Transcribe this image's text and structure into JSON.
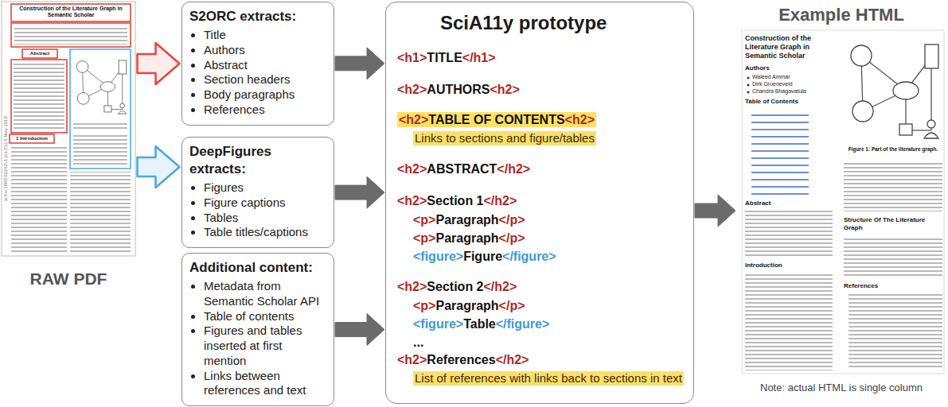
{
  "diagram": {
    "nodes": [
      {
        "text": [
          "RAW PDF"
        ]
      },
      {
        "text": [
          "S2ORC extracts:",
          "Title",
          "Authors",
          "Abstract",
          "Section headers",
          "Body paragraphs",
          "References"
        ]
      },
      {
        "text": [
          "DeepFigures extracts:",
          "Figures",
          "Figure captions",
          "Tables",
          "Table titles/captions"
        ]
      },
      {
        "text": [
          "Additional content:",
          "Metadata from Semantic Scholar API",
          "Table of contents",
          "Figures and tables inserted at first mention",
          "Links between references and text"
        ]
      },
      {
        "text": [
          "SciA11y prototype",
          "<h1>TITLE</h1>",
          "<h2>AUTHORS<h2>",
          "<h2>TABLE OF CONTENTS<h2>",
          "Links to sections and figure/tables",
          "<h2>ABSTRACT</h2>",
          "<h2>Section 1</h2>",
          "<p>Paragraph</p>",
          "<p>Paragraph</p>",
          "<figure>Figure</figure>",
          "<h2>Section 2</h2>",
          "<p>Paragraph</p>",
          "<figure>Table</figure>",
          "...",
          "<h2>References</h2>",
          "List of references with links back to sections in text"
        ]
      },
      {
        "text": [
          "Example HTML",
          "Note: actual HTML is single column"
        ]
      }
    ],
    "edges": [
      {
        "from": 0,
        "to": 1,
        "arrow": "to"
      },
      {
        "from": 0,
        "to": 2,
        "arrow": "to"
      },
      {
        "from": 1,
        "to": 4,
        "arrow": "to"
      },
      {
        "from": 2,
        "to": 4,
        "arrow": "to"
      },
      {
        "from": 3,
        "to": 4,
        "arrow": "to"
      },
      {
        "from": 4,
        "to": 5,
        "arrow": "to"
      }
    ],
    "labels": [
      "Construction of the Literature Graph in Semantic Scholar",
      "Abstract",
      "1 Introduction",
      "arXiv:1805.02262v1 [cs.CL] 6 May 2018",
      "HTML",
      "Construction of the Literature Graph in Semantic Scholar",
      "Authors",
      "Waleed Ammar",
      "Dirk Groeneveld",
      "Chandra Bhagavatula",
      "Table of Contents",
      "Abstract",
      "Introduction",
      "Figure 1: Part of the literature graph.",
      "Structure Of The Literature Graph",
      "References"
    ]
  }
}
